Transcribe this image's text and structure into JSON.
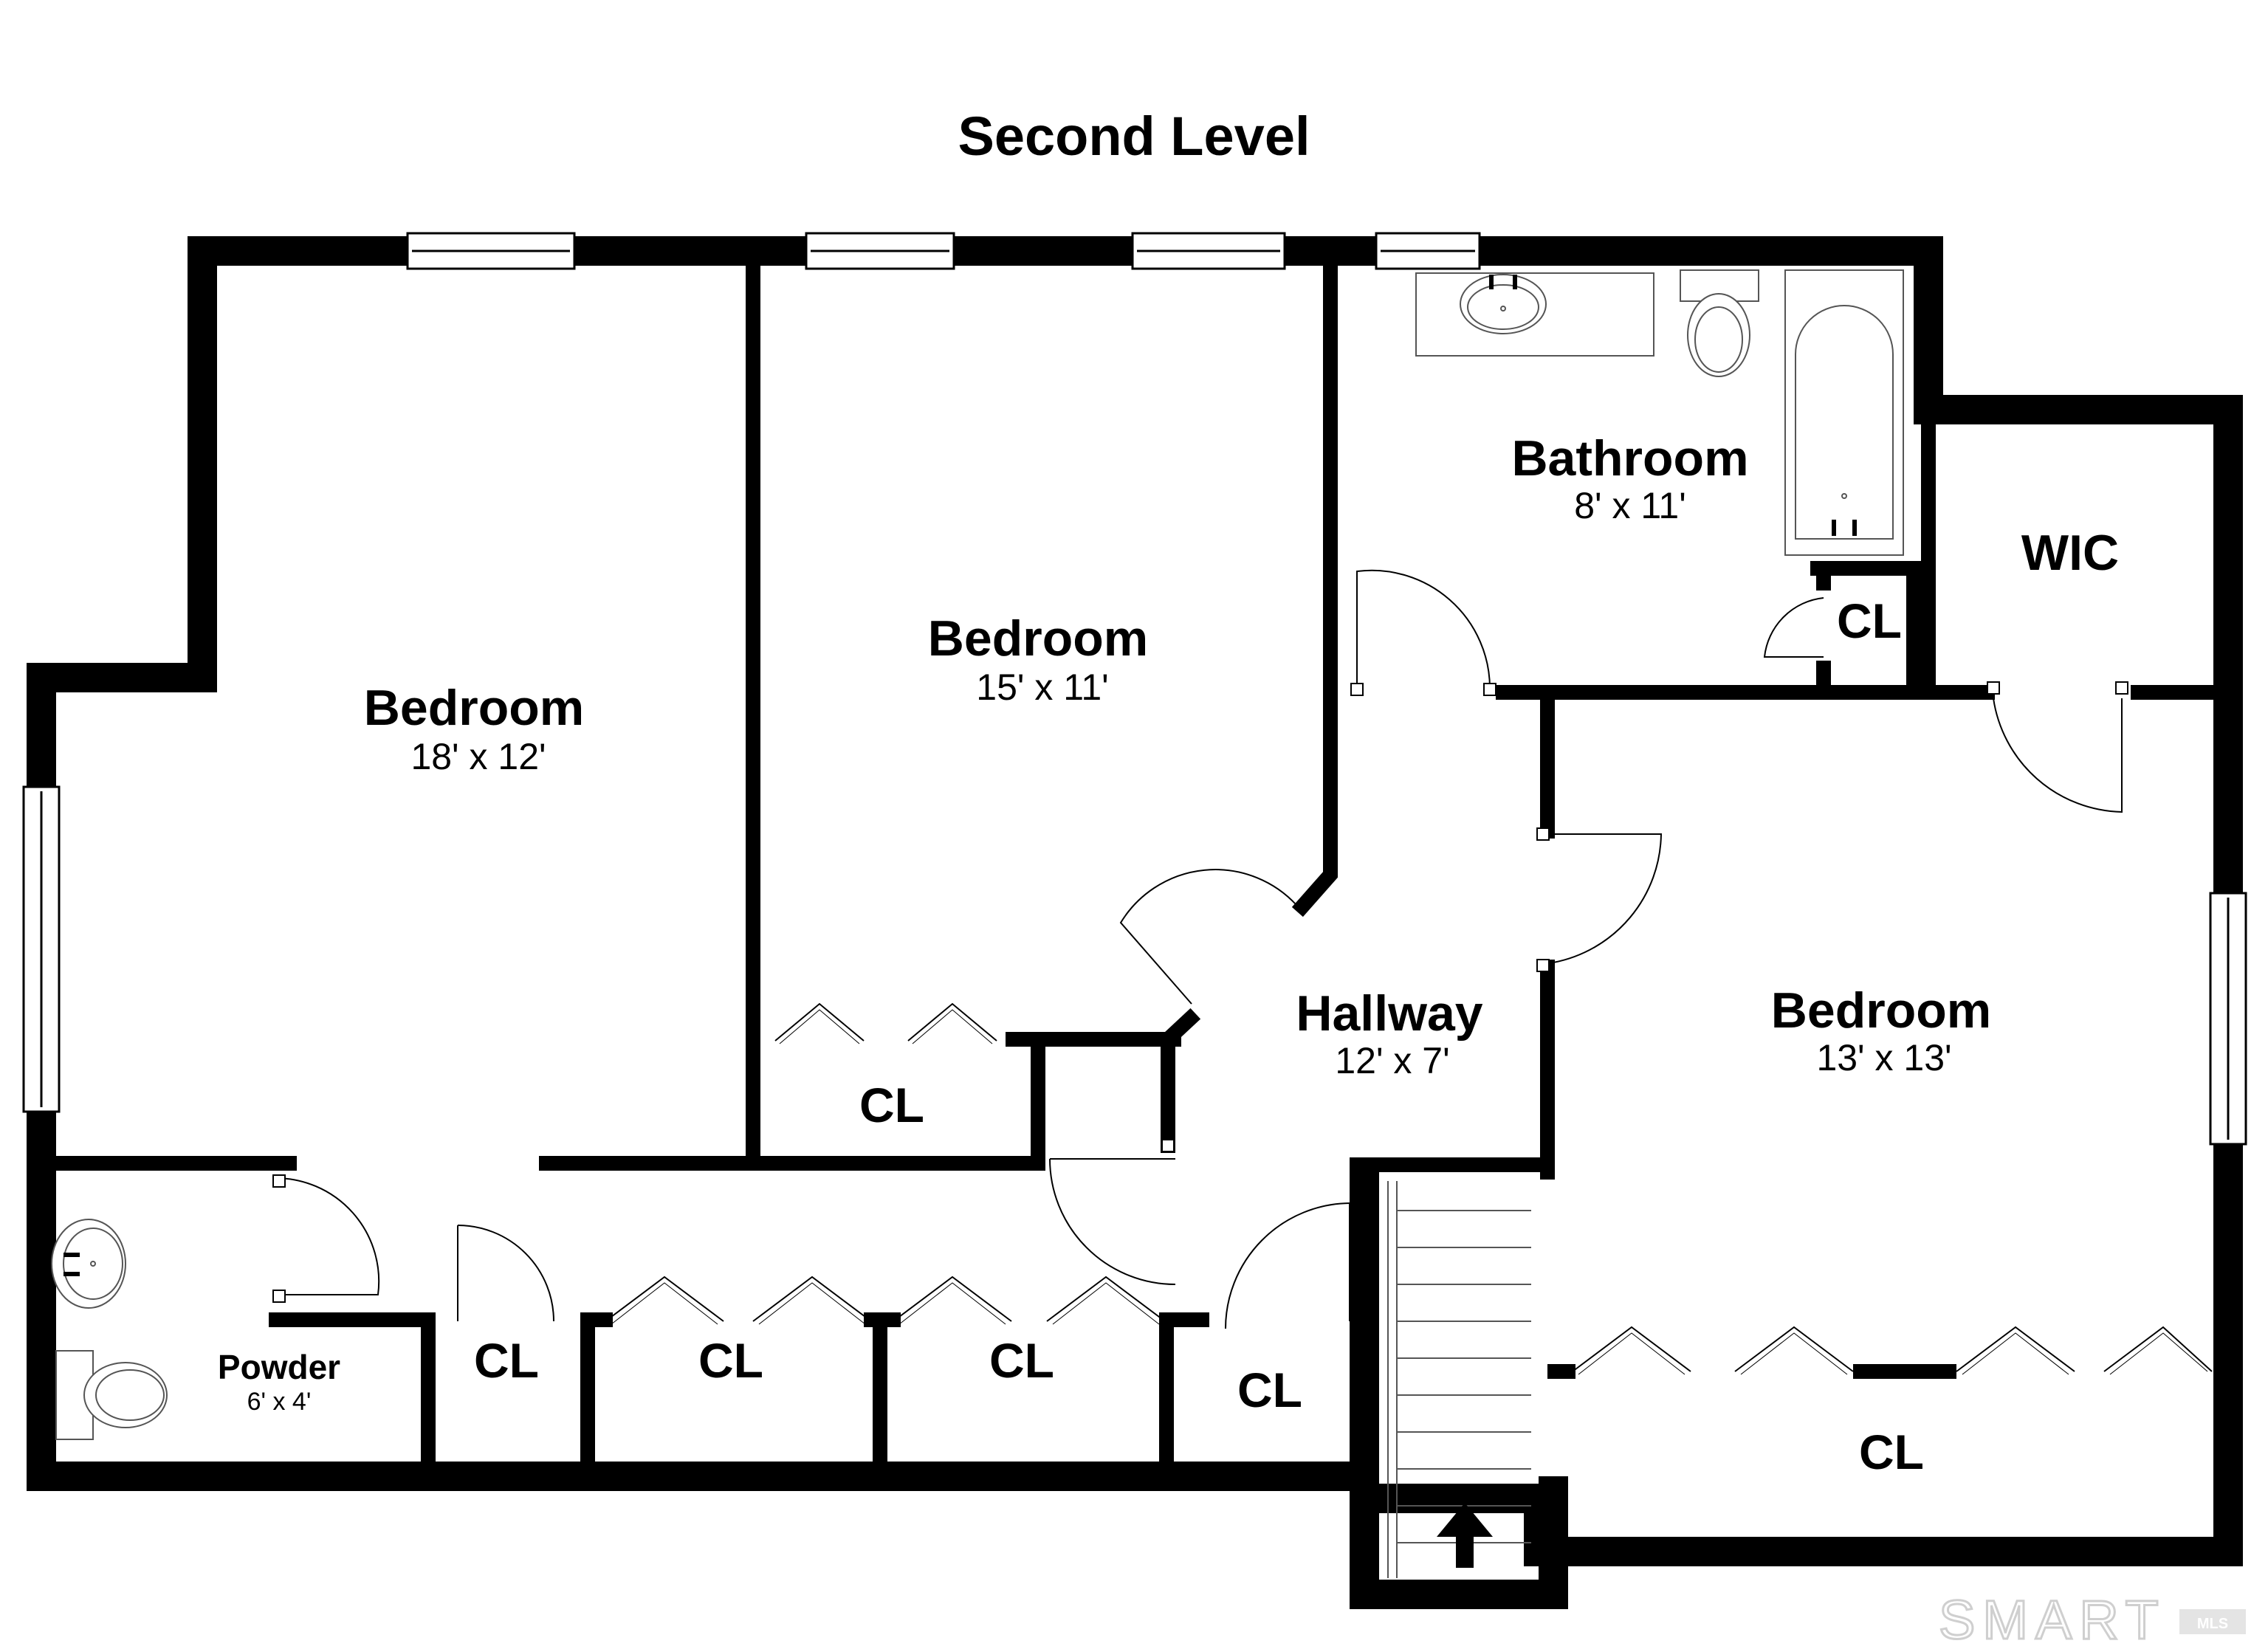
{
  "title": "Second Level",
  "rooms": {
    "bedroom_1": {
      "name": "Bedroom",
      "dimensions": "18' x 12'"
    },
    "bedroom_2": {
      "name": "Bedroom",
      "dimensions": "15' x 11'"
    },
    "bathroom": {
      "name": "Bathroom",
      "dimensions": "8' x 11'"
    },
    "wic": {
      "name": "WIC"
    },
    "hallway": {
      "name": "Hallway",
      "dimensions": "12' x 7'"
    },
    "bedroom_3": {
      "name": "Bedroom",
      "dimensions": "13' x 13'"
    },
    "powder": {
      "name": "Powder",
      "dimensions": "6' x 4'"
    }
  },
  "closets": {
    "bath_closet": "CL",
    "bedroom2_closet": "CL",
    "hall_closet_1": "CL",
    "hall_closet_2": "CL",
    "hall_closet_3": "CL",
    "hall_closet_4": "CL",
    "bedroom3_closet": "CL"
  },
  "watermark": {
    "brand": "SMART",
    "badge": "MLS"
  },
  "colors": {
    "wall": "#000000",
    "fixture": "#555555",
    "background": "#ffffff",
    "watermark": "#cfcfcf"
  }
}
